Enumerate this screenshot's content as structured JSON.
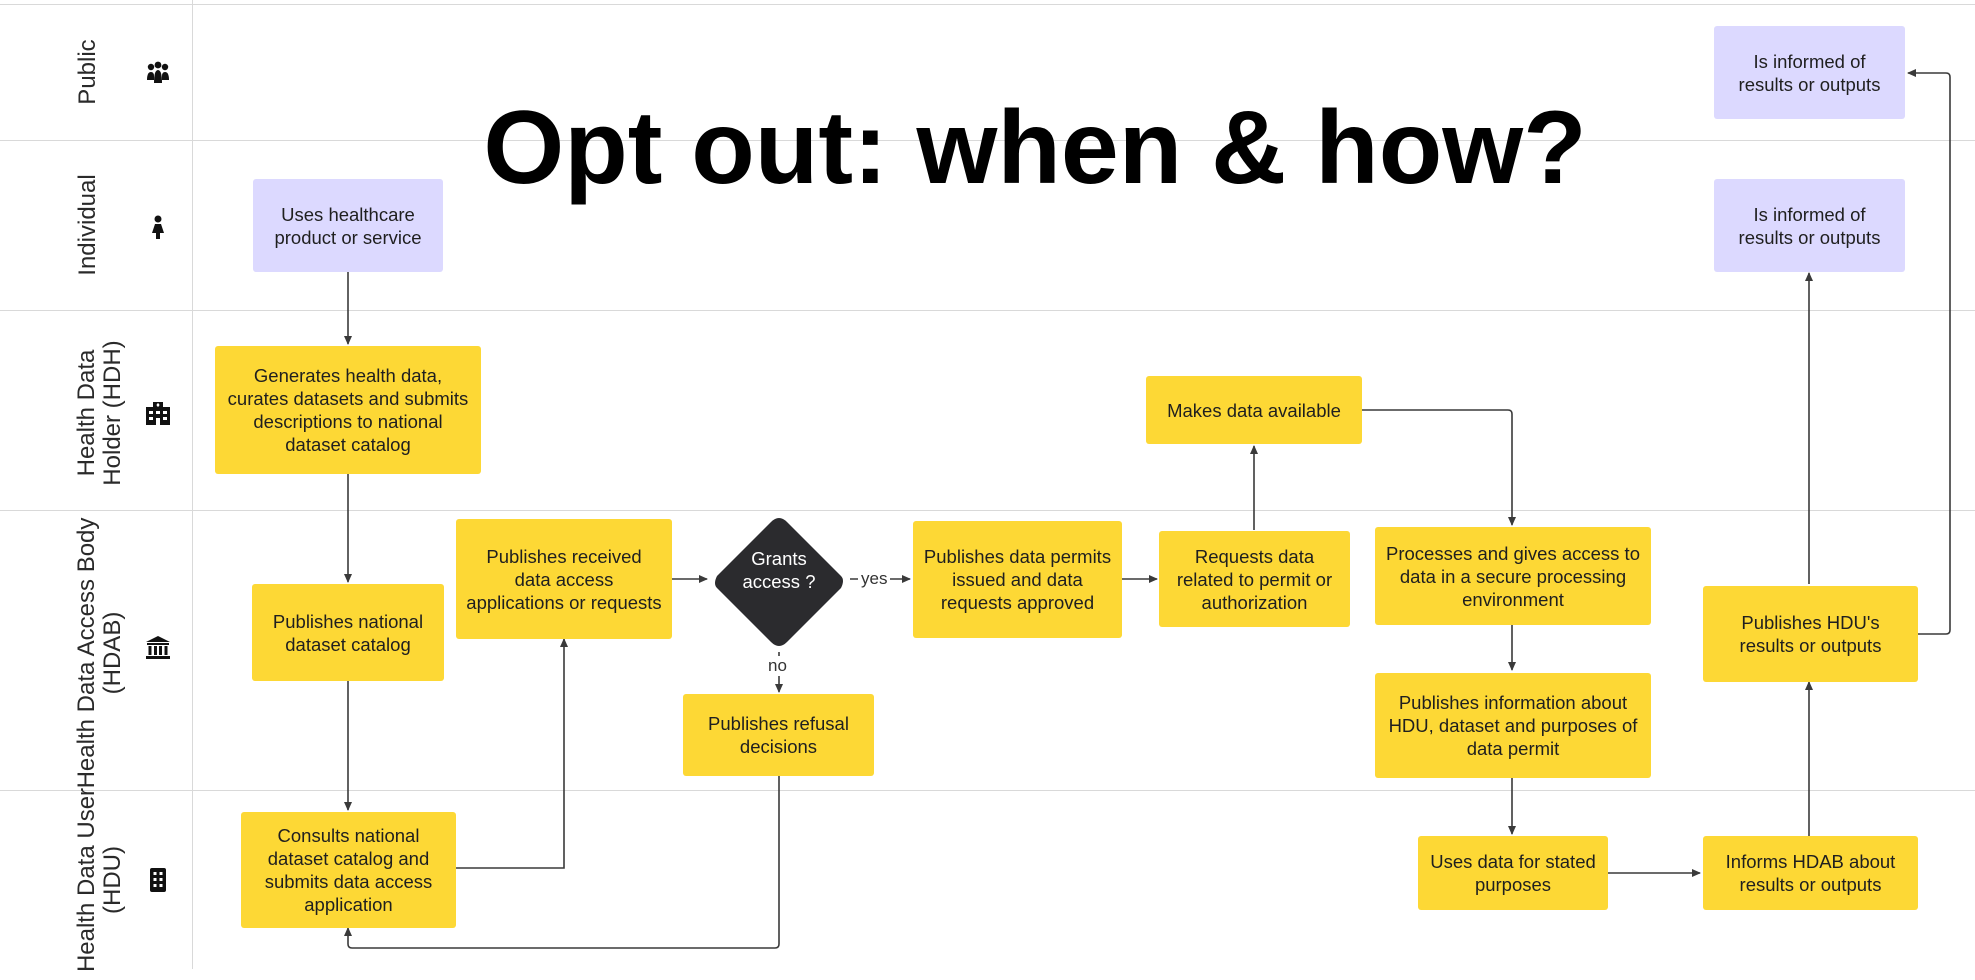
{
  "title": "Opt out: when & how?",
  "lanes": [
    {
      "label": "Public",
      "icon": "group-icon"
    },
    {
      "label": "Individual",
      "icon": "person-icon"
    },
    {
      "label": "Health Data Holder (HDH)",
      "icon": "hospital-icon"
    },
    {
      "label": "Health Data Access Body (HDAB)",
      "icon": "bank-icon"
    },
    {
      "label": "Health Data User (HDU)",
      "icon": "building-icon"
    }
  ],
  "nodes": {
    "uses_healthcare": "Uses healthcare product or service",
    "generates_data": "Generates health data, curates datasets and submits descriptions to national dataset catalog",
    "publishes_catalog": "Publishes national dataset catalog",
    "consults_catalog": "Consults national dataset catalog and submits data access application",
    "publishes_received": "Publishes received data access applications or requests",
    "grants_access": "Grants access ?",
    "publishes_refusal": "Publishes refusal decisions",
    "publishes_permits": "Publishes data permits issued and data requests approved",
    "requests_data": "Requests data related to permit or authorization",
    "makes_available": "Makes data available",
    "processes_access": "Processes and gives access to data in a secure processing environment",
    "publishes_info": "Publishes information about HDU, dataset and purposes of data permit",
    "uses_data": "Uses data for stated purposes",
    "informs_hdab": "Informs HDAB about results or outputs",
    "publishes_results": "Publishes HDU's results or outputs",
    "individual_informed": "Is informed of results or outputs",
    "public_informed": "Is informed of results or outputs"
  },
  "edge_labels": {
    "yes": "yes",
    "no": "no"
  },
  "colors": {
    "process": "#fdd835",
    "actor": "#dcd9ff",
    "decision": "#2b2b2e",
    "line": "#3a3a3a"
  }
}
